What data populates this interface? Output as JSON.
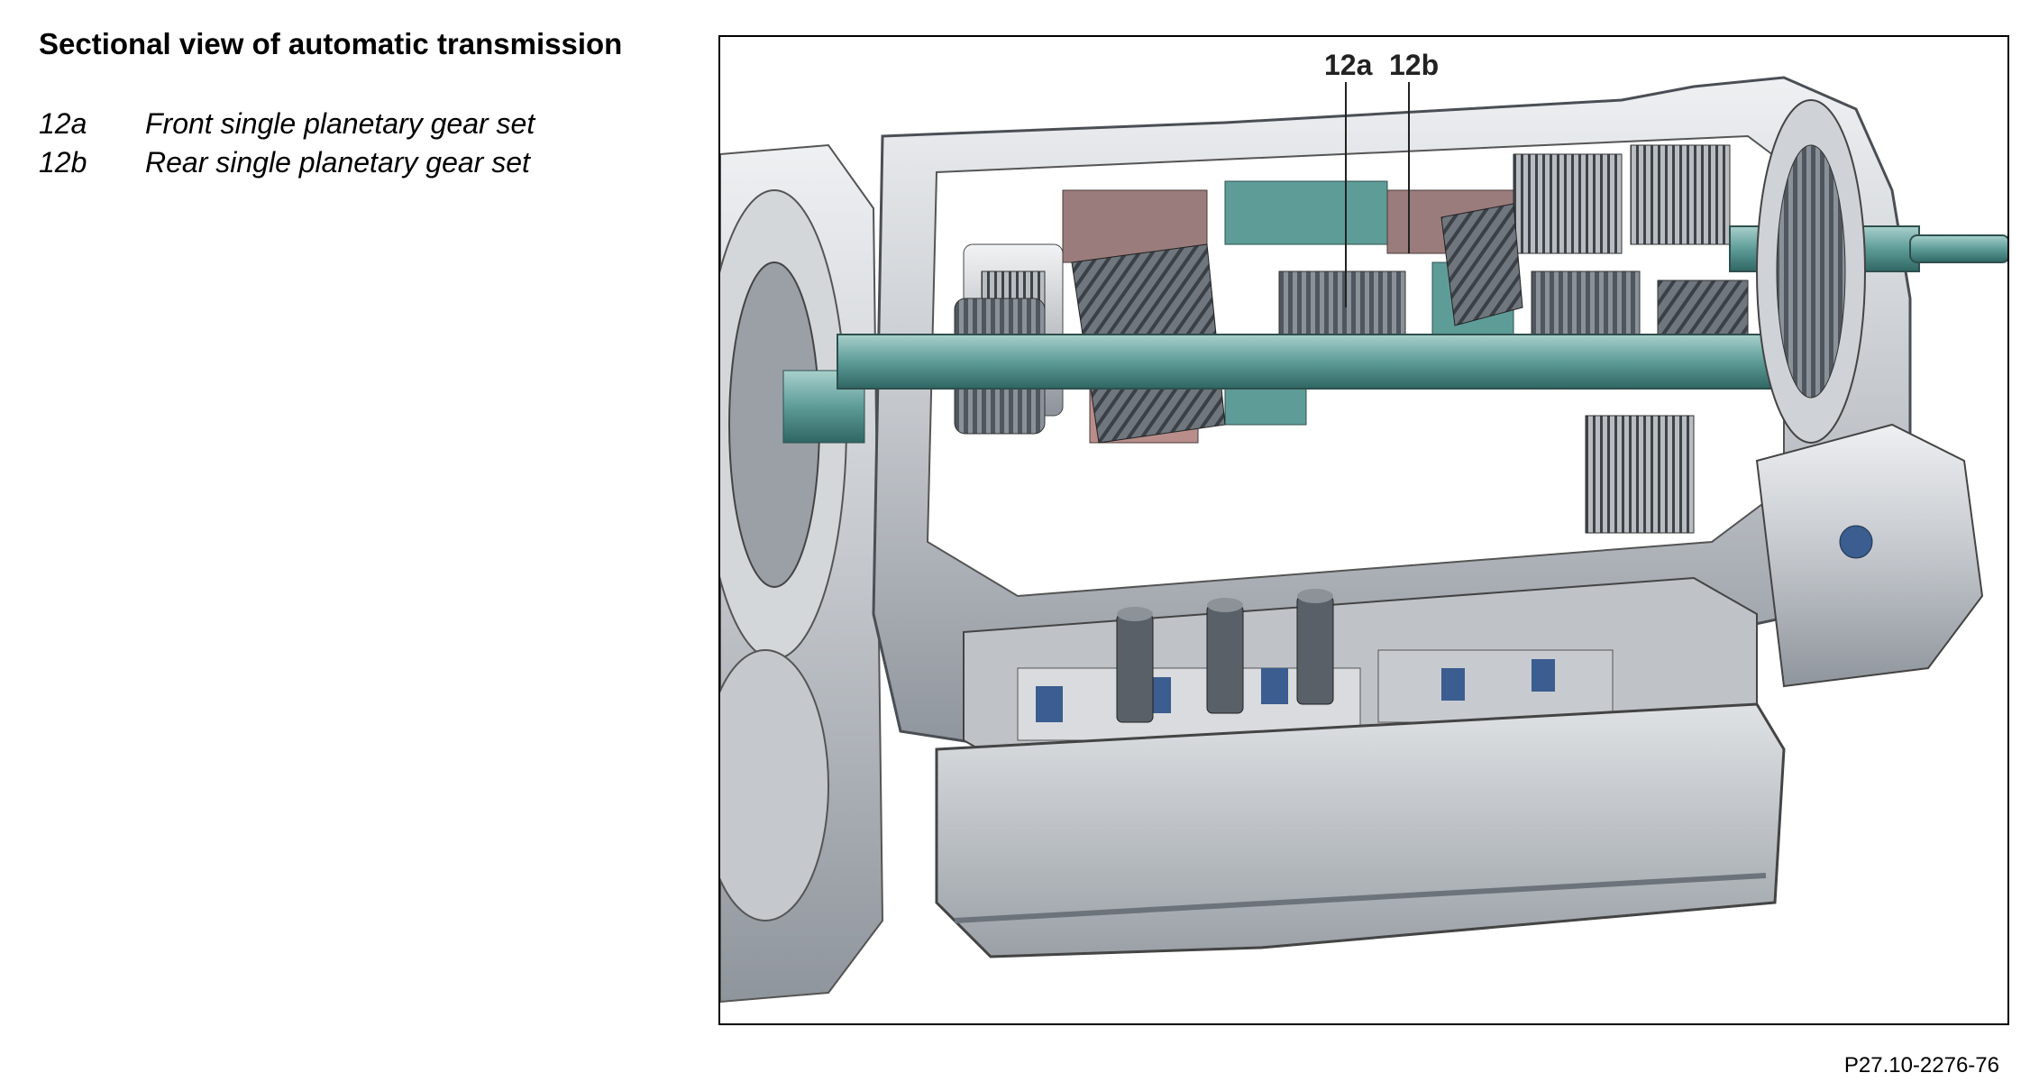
{
  "header": {
    "title": "Sectional view of automatic transmission"
  },
  "legend": [
    {
      "key": "12a",
      "desc": "Front single planetary gear set"
    },
    {
      "key": "12b",
      "desc": "Rear single planetary gear set"
    }
  ],
  "figure": {
    "callouts": [
      "12a",
      "12b"
    ],
    "reference": "P27.10-2276-76",
    "colors": {
      "housing": "#c9ccd0",
      "teal": "#5e9c98",
      "mauve": "#9a7c7c",
      "steel": "#7f858c",
      "blue": "#3b5d8f"
    }
  }
}
